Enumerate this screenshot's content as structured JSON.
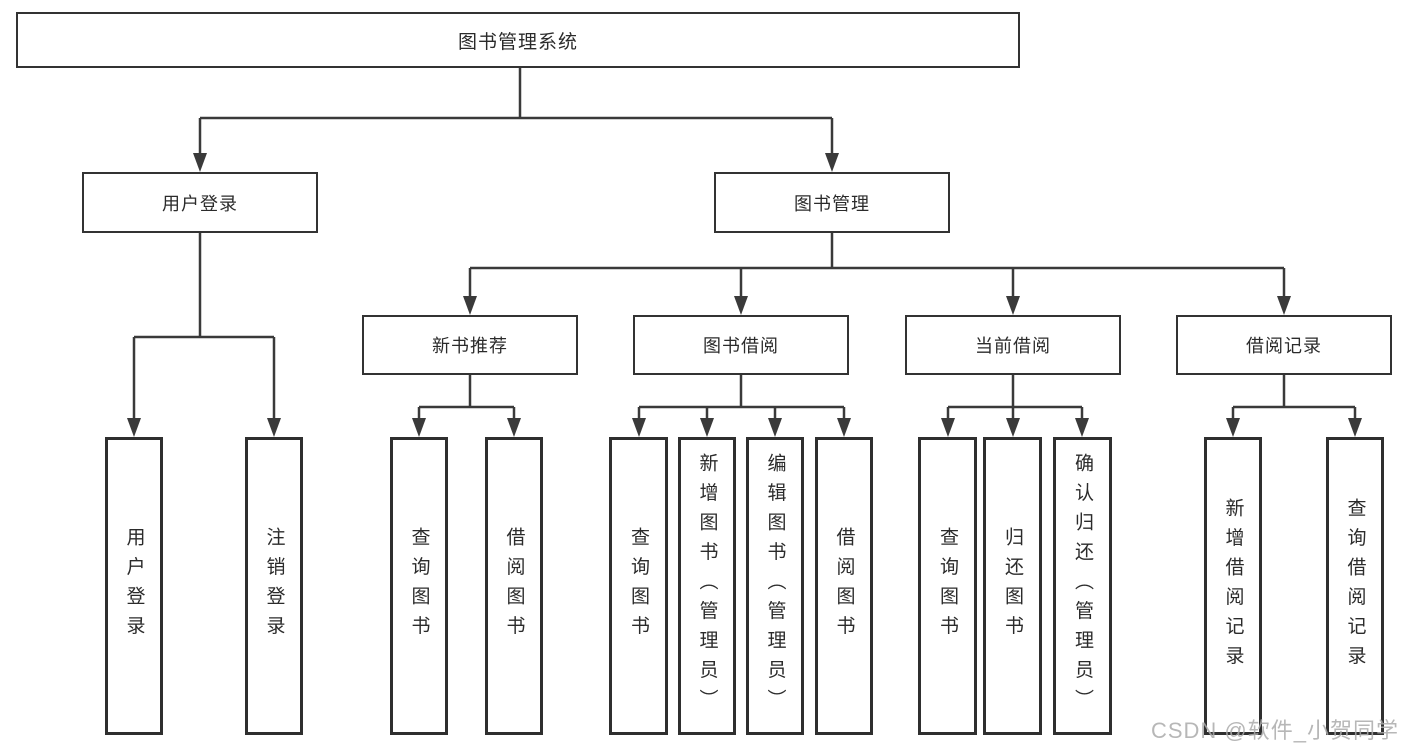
{
  "diagram": {
    "root": {
      "label": "图书管理系统"
    },
    "user_login": {
      "label": "用户登录",
      "children": [
        {
          "label": "用户登录"
        },
        {
          "label": "注销登录"
        }
      ]
    },
    "book_management": {
      "label": "图书管理",
      "children": {
        "new_book_recommend": {
          "label": "新书推荐",
          "children": [
            {
              "label": "查询图书"
            },
            {
              "label": "借阅图书"
            }
          ]
        },
        "book_borrow": {
          "label": "图书借阅",
          "children": [
            {
              "label": "查询图书"
            },
            {
              "label": "新增图书（管理员）"
            },
            {
              "label": "编辑图书（管理员）"
            },
            {
              "label": "借阅图书"
            }
          ]
        },
        "current_borrow": {
          "label": "当前借阅",
          "children": [
            {
              "label": "查询图书"
            },
            {
              "label": "归还图书"
            },
            {
              "label": "确认归还（管理员）"
            }
          ]
        },
        "borrow_records": {
          "label": "借阅记录",
          "children": [
            {
              "label": "新增借阅记录"
            },
            {
              "label": "查询借阅记录"
            }
          ]
        }
      }
    }
  },
  "watermark": "CSDN @软件_小贺同学",
  "colors": {
    "line": "#3a3a3a",
    "box_border": "#333333",
    "box_fill": "#ffffff",
    "text": "#2b2b2b",
    "watermark": "#aaaaaa",
    "background": "#ffffff"
  }
}
